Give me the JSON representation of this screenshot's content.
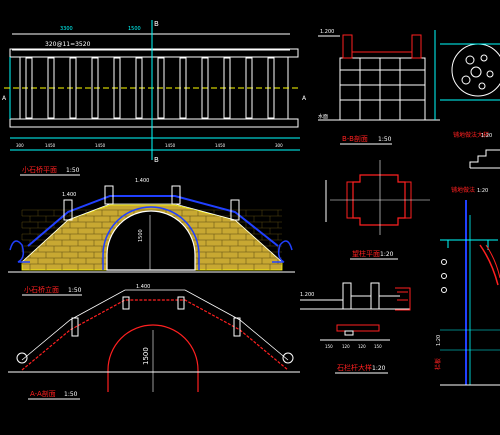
{
  "colors": {
    "background": "#000000",
    "line_white": "#FFFFFF",
    "line_cyan": "#00FFFF",
    "line_yellow": "#FFFF00",
    "line_red": "#FF2020",
    "line_blue": "#2040FF",
    "line_green": "#00FF00",
    "fill_brick": "#C8A832"
  },
  "titles": {
    "plan": "小石桥平面",
    "plan_scale": "1:50",
    "elevation": "小石桥立面",
    "elevation_scale": "1:50",
    "section_aa": "A-A剖面",
    "section_aa_scale": "1:50",
    "section_bb": "B-B剖面",
    "section_bb_scale": "1:50",
    "railing_detail": "石栏杆大样",
    "railing_scale": "1:20",
    "pier_plan": "望柱平面",
    "pier_scale": "1:20",
    "detail_r1": "铺地做法大样",
    "detail_r1_scale": "1:20",
    "detail_r2": "铺地做法",
    "detail_r2_scale": "1:20",
    "detail_r3": "栏板",
    "detail_r3_scale": "1:20"
  },
  "dimensions": {
    "plan_top_total": "3300",
    "plan_top_right": "1500",
    "plan_spacing": "320@11=3520",
    "plan_bottom": [
      "300",
      "1450",
      "1450",
      "1450",
      "1450",
      "300"
    ],
    "arch_height": "1500",
    "section_arch_height": "1500",
    "railing_bottom": [
      "150",
      "120",
      "120",
      "150"
    ]
  },
  "markers": {
    "section_b_top": "B",
    "section_b_bottom": "B",
    "section_a_left": "A",
    "section_a_right": "A",
    "grade_1": "1.400",
    "grade_2": "1.400",
    "grade_3": "1.400",
    "grade_4": "1.200",
    "grade_5": "1.200",
    "water_level": "水面"
  }
}
